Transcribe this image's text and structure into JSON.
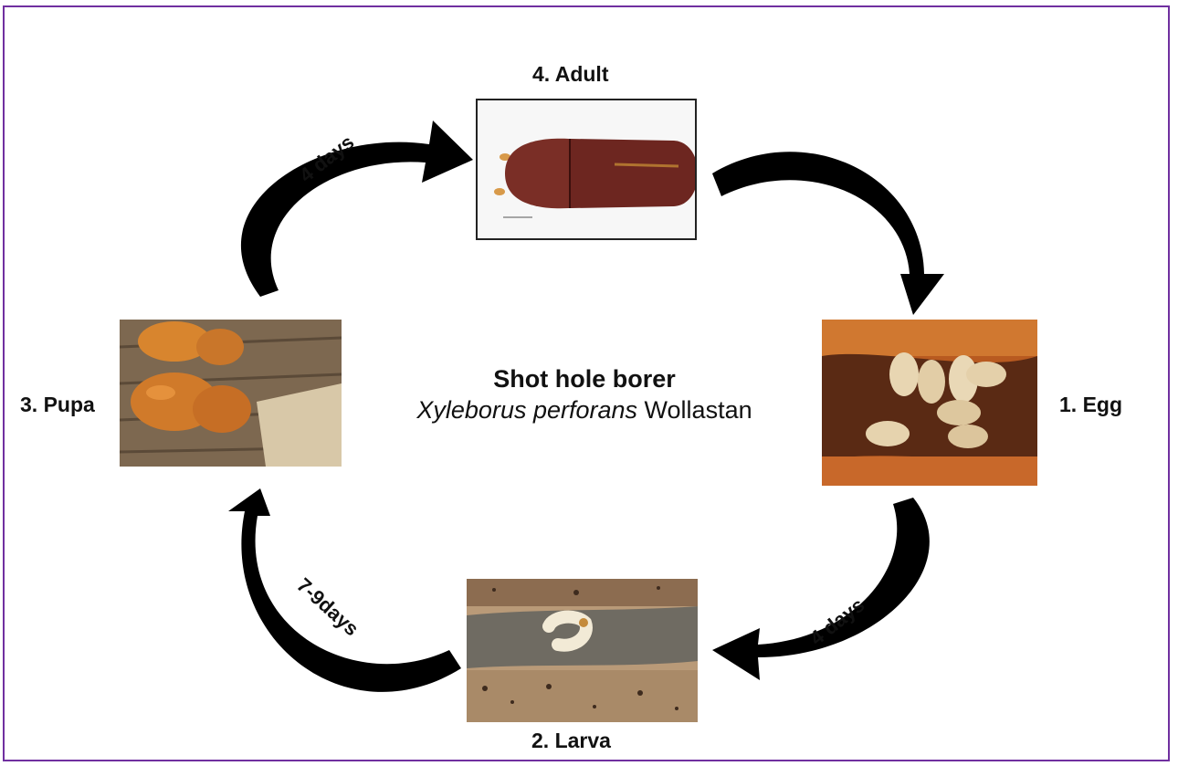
{
  "stages": {
    "adult": "4. Adult",
    "egg": "1. Egg",
    "larva": "2. Larva",
    "pupa": "3. Pupa"
  },
  "title": {
    "line1": "Shot hole borer",
    "species_italic": "Xyleborus perforans",
    "author": "Wollastan"
  },
  "durations": {
    "pupa_to_adult": "4 days",
    "egg_to_larva": "4 days",
    "larva_to_pupa": "7-9days"
  },
  "colors": {
    "frame": "#7030a0",
    "arrow": "#000000"
  }
}
